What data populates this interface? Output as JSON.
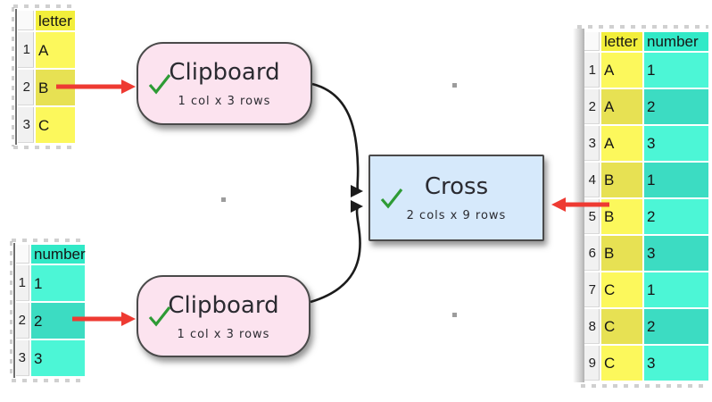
{
  "colors": {
    "yellow_header": "#f2ee3b",
    "yellow_row": "#fcf85c",
    "yellow_row_alt": "#e7e153",
    "teal_header": "#31e9c7",
    "teal_row": "#4cf6d6",
    "teal_row_alt": "#3cdcc2",
    "node_pink": "#fce3ef",
    "node_blue": "#d6e9fb",
    "node_border": "#4a4a4a",
    "check_green": "#2e9b35",
    "arrow_red": "#ee3a32",
    "connector": "#1b1b1b",
    "gutter_bg": "#f1f1f1",
    "gutter_hdr_bg": "#fafafa",
    "text_dark": "#2b2b31",
    "cell_text": "#151515",
    "dot_gray": "#9c9c9c"
  },
  "icons": {
    "status_ok_check": "✓"
  },
  "nodes": {
    "clipboard_top": {
      "title": "Clipboard",
      "subtitle": "1 col x 3 rows"
    },
    "clipboard_bottom": {
      "title": "Clipboard",
      "subtitle": "1 col x 3 rows"
    },
    "cross": {
      "title": "Cross",
      "subtitle": "2 cols x 9 rows"
    }
  },
  "tables": {
    "letter_input": {
      "headers": [
        "letter"
      ],
      "rows": [
        {
          "num": "1",
          "cells": [
            "A"
          ]
        },
        {
          "num": "2",
          "cells": [
            "B"
          ]
        },
        {
          "num": "3",
          "cells": [
            "C"
          ]
        }
      ]
    },
    "number_input": {
      "headers": [
        "number"
      ],
      "rows": [
        {
          "num": "1",
          "cells": [
            "1"
          ]
        },
        {
          "num": "2",
          "cells": [
            "2"
          ]
        },
        {
          "num": "3",
          "cells": [
            "3"
          ]
        }
      ]
    },
    "output": {
      "headers": [
        "letter",
        "number"
      ],
      "rows": [
        {
          "num": "1",
          "cells": [
            "A",
            "1"
          ]
        },
        {
          "num": "2",
          "cells": [
            "A",
            "2"
          ]
        },
        {
          "num": "3",
          "cells": [
            "A",
            "3"
          ]
        },
        {
          "num": "4",
          "cells": [
            "B",
            "1"
          ]
        },
        {
          "num": "5",
          "cells": [
            "B",
            "2"
          ]
        },
        {
          "num": "6",
          "cells": [
            "B",
            "3"
          ]
        },
        {
          "num": "7",
          "cells": [
            "C",
            "1"
          ]
        },
        {
          "num": "8",
          "cells": [
            "C",
            "2"
          ]
        },
        {
          "num": "9",
          "cells": [
            "C",
            "3"
          ]
        }
      ]
    }
  }
}
